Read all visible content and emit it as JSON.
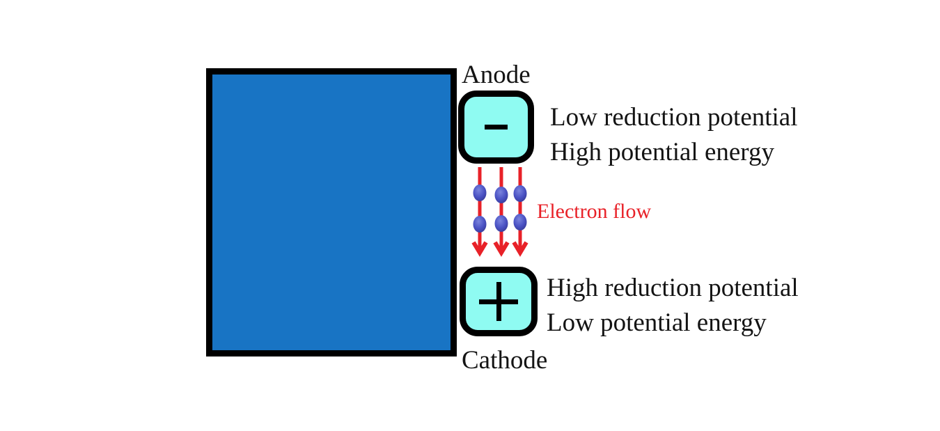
{
  "diagram": {
    "anode": {
      "label": "Anode",
      "terminal_sign": "−",
      "note_line1": "Low reduction potential",
      "note_line2": "High potential energy"
    },
    "cathode": {
      "label": "Cathode",
      "terminal_sign": "+",
      "note_line1": "High reduction potential",
      "note_line2": "Low potential energy"
    },
    "electron_flow": {
      "label": "Electron flow",
      "arrow_count": 3,
      "electrons_per_arrow": 2,
      "direction": "anode-to-cathode (down)"
    },
    "icons": {
      "cell": "cell-body-rectangle",
      "minus": "minus-icon",
      "plus": "plus-icon",
      "electron": "electron-sphere-icon",
      "arrow": "down-arrow-icon"
    },
    "colors": {
      "cell_fill": "#1874c4",
      "terminal_fill": "#8ffbf2",
      "outline": "#000000",
      "flow_red": "#e82128",
      "electron_blue": "#4a52c0",
      "text": "#141414"
    }
  }
}
